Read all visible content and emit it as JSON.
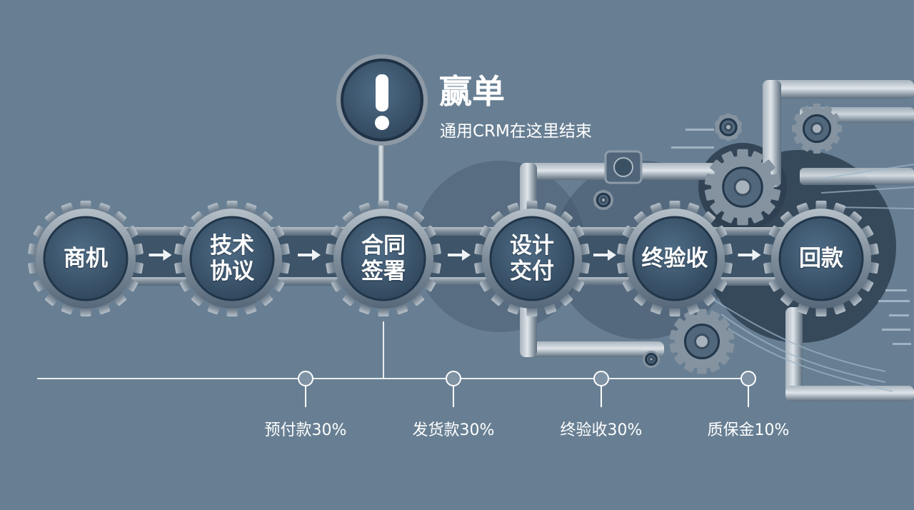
{
  "title": {
    "main": "赢单",
    "sub": "通用CRM在这里结束"
  },
  "stages": [
    {
      "label": "商机"
    },
    {
      "label": "技术\n协议"
    },
    {
      "label": "合同\n签署"
    },
    {
      "label": "设计\n交付"
    },
    {
      "label": "终验收"
    },
    {
      "label": "回款"
    }
  ],
  "payments": [
    {
      "label": "预付款30%"
    },
    {
      "label": "发货款30%"
    },
    {
      "label": "终验收30%"
    },
    {
      "label": "质保金10%"
    }
  ],
  "icons": {
    "alert": "exclamation-icon",
    "arrow": "right-arrow-icon",
    "gear": "gear-icon",
    "pipe": "pipe-icon"
  },
  "colors": {
    "background": "#687f93",
    "gear_dark": "#2e4458",
    "gear_face": "#3f5a72",
    "gear_metal": "#8d9aa6",
    "line": "#ffffff"
  }
}
